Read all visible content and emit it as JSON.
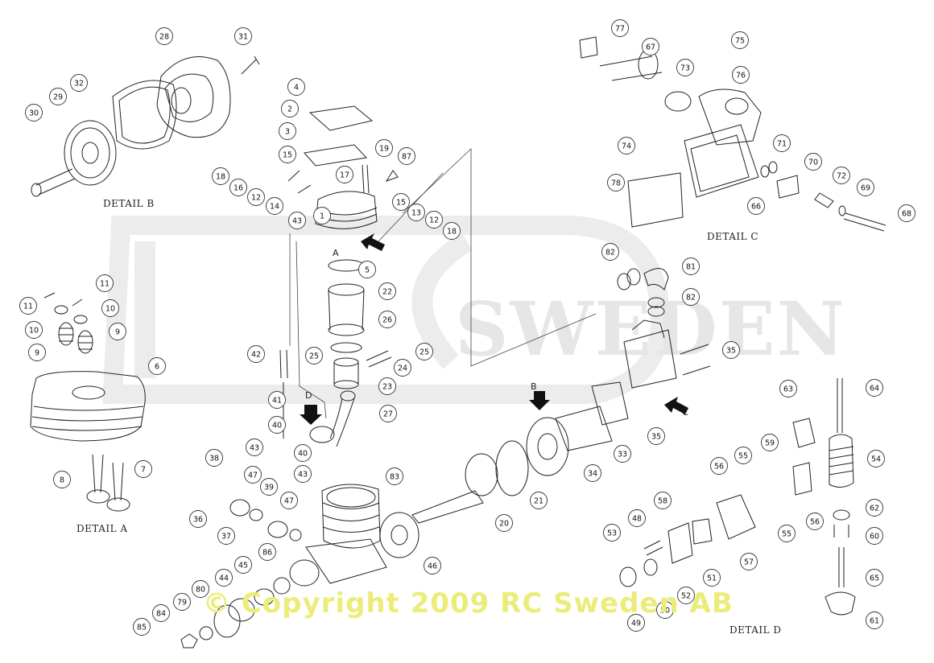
{
  "watermark": {
    "text": "SWEDEN",
    "logo": "RC"
  },
  "copyright": "© Copyright 2009 RC Sweden AB",
  "details": {
    "a": "DETAIL A",
    "b": "DETAIL B",
    "c": "DETAIL C",
    "d": "DETAIL D"
  },
  "arrow_letters": {
    "a": "A",
    "b": "B",
    "c": "C",
    "d": "D"
  },
  "callouts": [
    "1",
    "2",
    "3",
    "4",
    "5",
    "6",
    "7",
    "8",
    "9",
    "10",
    "11",
    "12",
    "13",
    "14",
    "15",
    "16",
    "17",
    "18",
    "19",
    "20",
    "21",
    "22",
    "23",
    "24",
    "25",
    "26",
    "27",
    "28",
    "29",
    "30",
    "31",
    "32",
    "33",
    "34",
    "35",
    "36",
    "37",
    "38",
    "39",
    "40",
    "41",
    "42",
    "43",
    "44",
    "45",
    "46",
    "47",
    "48",
    "49",
    "50",
    "51",
    "52",
    "53",
    "54",
    "55",
    "56",
    "57",
    "58",
    "59",
    "60",
    "61",
    "62",
    "63",
    "64",
    "65",
    "66",
    "67",
    "68",
    "69",
    "70",
    "71",
    "72",
    "73",
    "74",
    "75",
    "76",
    "77",
    "78",
    "79",
    "80",
    "81",
    "82",
    "83",
    "84",
    "85",
    "86",
    "87"
  ]
}
